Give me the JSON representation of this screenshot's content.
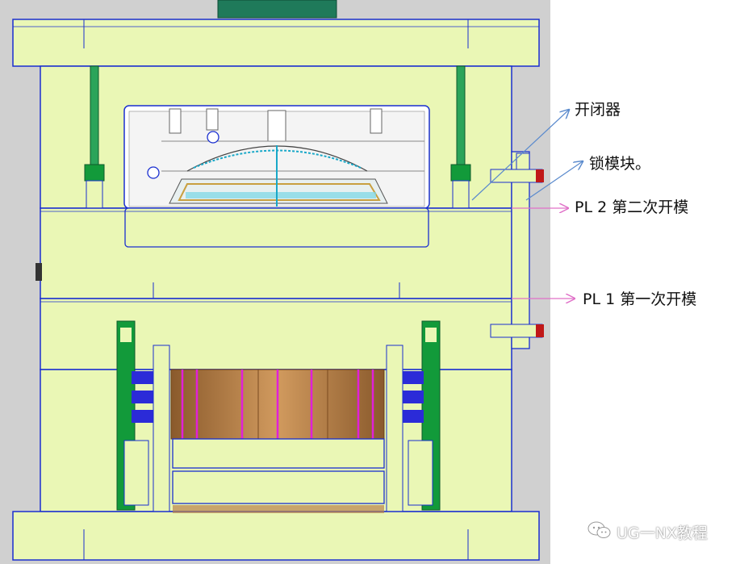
{
  "annotations": {
    "opener": "开闭器",
    "lock_block": "锁模块。",
    "pl2": "PL 2 第二次开模",
    "pl1": "PL 1 第一次开模"
  },
  "watermark": {
    "text": "UG一NX教程",
    "icon": "wechat-icon"
  },
  "colors": {
    "plate": "#eaf7b5",
    "outline": "#1a2fd0",
    "background": "#d0d0d0",
    "copper": "#b9824c",
    "magenta": "#e020d8",
    "green": "#129a3a",
    "arrow_blue": "#5a8acd",
    "arrow_pink": "#e070c8"
  }
}
